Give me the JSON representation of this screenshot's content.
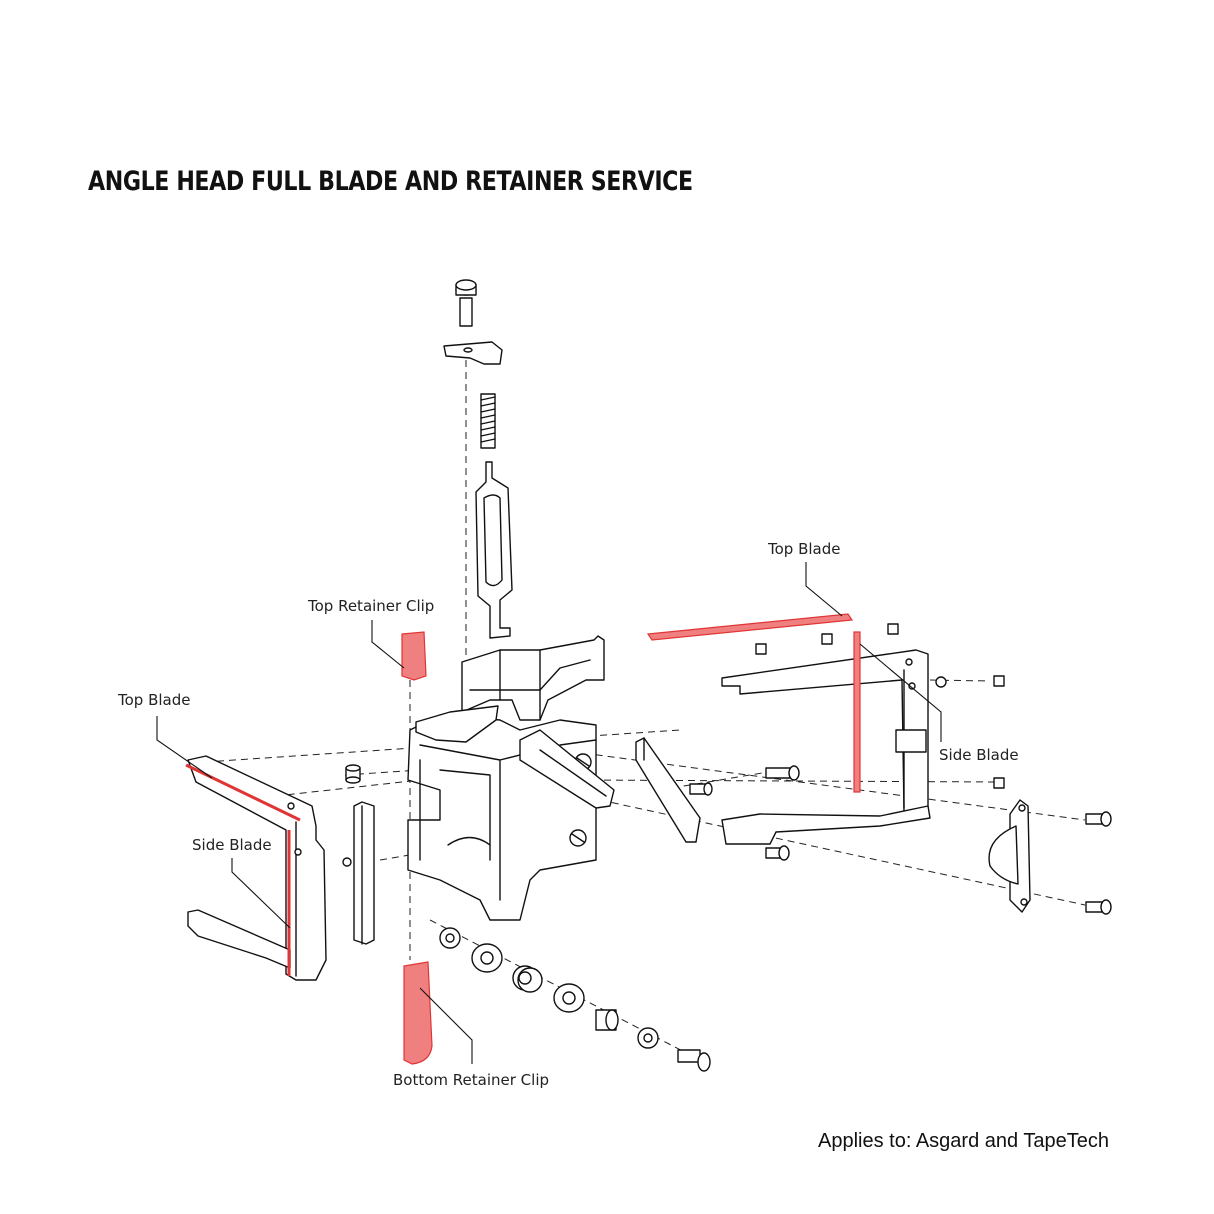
{
  "title": "ANGLE HEAD FULL BLADE AND RETAINER SERVICE",
  "labels": {
    "top_blade_left": "Top Blade",
    "side_blade_left": "Side Blade",
    "top_retainer_clip": "Top Retainer Clip",
    "bottom_retainer_clip": "Bottom Retainer Clip",
    "top_blade_right": "Top Blade",
    "side_blade_right": "Side Blade"
  },
  "applies_to": "Applies to:  Asgard and TapeTech",
  "colors": {
    "highlight": "#f08080",
    "highlight_stroke": "#e03535",
    "line": "#111111"
  }
}
